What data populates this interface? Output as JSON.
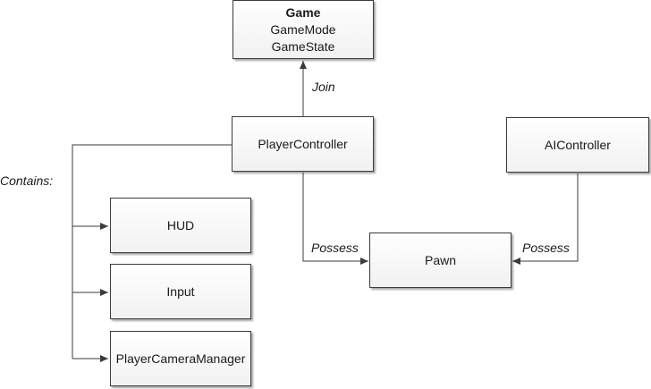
{
  "diagram": {
    "game_box": {
      "title": "Game",
      "line1": "GameMode",
      "line2": "GameState"
    },
    "player_controller": "PlayerController",
    "ai_controller": "AIController",
    "pawn": "Pawn",
    "hud": "HUD",
    "input": "Input",
    "camera_manager": "PlayerCameraManager",
    "labels": {
      "join": "Join",
      "contains": "Contains:",
      "possess_player": "Possess",
      "possess_ai": "Possess"
    },
    "colors": {
      "line": "#3b3b3b",
      "box_border": "#3b3b3b"
    }
  }
}
